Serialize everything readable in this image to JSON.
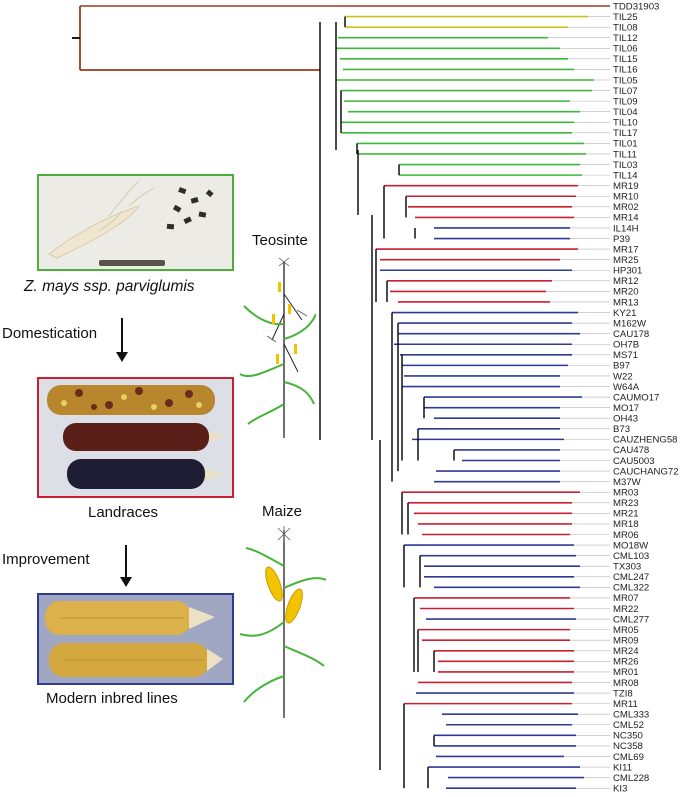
{
  "colors": {
    "outgroup": "#9a3a1e",
    "parviglumis_yellow": "#c8c41c",
    "teosinte_green": "#3fb83a",
    "landrace_red": "#c8202e",
    "inbred_blue": "#2f3a96",
    "backbone": "#000000",
    "leader": "#b5b5b5"
  },
  "left_panel": {
    "species_label_italic": "Z. mays",
    "species_label_rest": "ssp. parviglumis",
    "domestication": "Domestication",
    "landraces": "Landraces",
    "improvement": "Improvement",
    "modern_inbred_lines": "Modern inbred lines",
    "teosinte": "Teosinte",
    "maize": "Maize"
  },
  "tree": {
    "tips": [
      "TDD31903",
      "TIL25",
      "TIL08",
      "TIL12",
      "TIL06",
      "TIL15",
      "TIL16",
      "TIL05",
      "TIL07",
      "TIL09",
      "TIL04",
      "TIL10",
      "TIL17",
      "TIL01",
      "TIL11",
      "TIL03",
      "TIL14",
      "MR19",
      "MR10",
      "MR02",
      "MR14",
      "IL14H",
      "P39",
      "MR17",
      "MR25",
      "HP301",
      "MR12",
      "MR20",
      "MR13",
      "KY21",
      "M162W",
      "CAU178",
      "OH7B",
      "MS71",
      "B97",
      "W22",
      "W64A",
      "CAUMO17",
      "MO17",
      "OH43",
      "B73",
      "CAUZHENG58",
      "CAU478",
      "CAU5003",
      "CAUCHANG72",
      "M37W",
      "MR03",
      "MR23",
      "MR21",
      "MR18",
      "MR06",
      "MO18W",
      "CML103",
      "TX303",
      "CML247",
      "CML322",
      "MR07",
      "MR22",
      "CML277",
      "MR05",
      "MR09",
      "MR24",
      "MR26",
      "MR01",
      "MR08",
      "TZI8",
      "MR11",
      "CML333",
      "CML52",
      "NC350",
      "NC358",
      "CML69",
      "KI11",
      "CML228",
      "KI3"
    ]
  }
}
